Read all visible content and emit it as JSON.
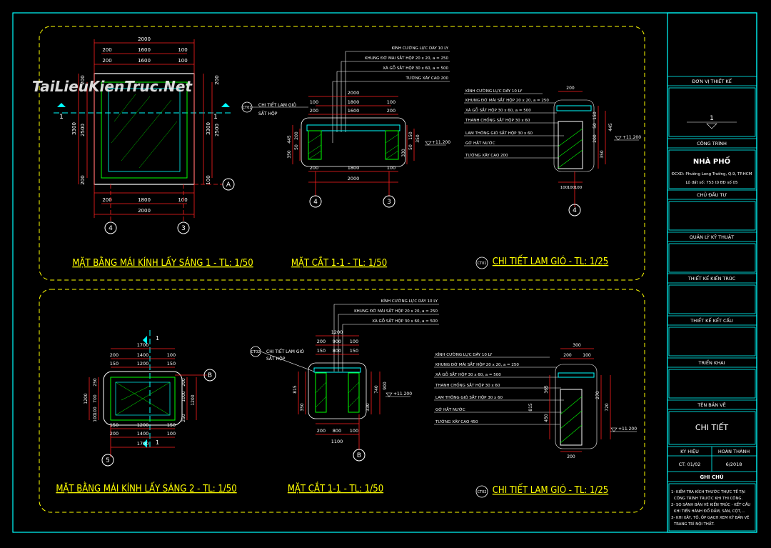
{
  "watermark": "TaiLieuKienTruc.Net",
  "drawings": {
    "roof1_plan": {
      "title": "MẶT BẰNG MÁI KÍNH LẤY SÁNG 1 - TL: 1/50",
      "dims_top": [
        "2000",
        "200",
        "1600",
        "100",
        "200",
        "1600",
        "100"
      ],
      "dims_bottom": [
        "200",
        "1800",
        "100",
        "2000"
      ],
      "dims_left": [
        "3300",
        "2500",
        "200",
        "200"
      ],
      "dims_right": [
        "3300",
        "2500",
        "200",
        "100",
        "200",
        "200"
      ],
      "axis_left": "4",
      "axis_right": "3",
      "axis_row": "A",
      "section_mark": "1"
    },
    "section1_1_a": {
      "title": "MẶT CẮT 1-1 - TL: 1/50",
      "callout_ref": "CT01",
      "callout_text": "CHI TIẾT LAM GIÓ",
      "callout_sub": "SẮT HỘP",
      "notes": [
        "KÍNH CƯỜNG LỰC DÀY 10 LY",
        "KHUNG ĐỠ MÁI SẮT HỘP 20 x 20, a = 250",
        "XÀ GỖ SẮT HỘP 30 x 60, a = 500",
        "TƯỜNG XÂY CAO 200"
      ],
      "dims_top": [
        "2000",
        "100",
        "1800",
        "100",
        "200",
        "1600",
        "200"
      ],
      "dims_bottom": [
        "200",
        "1800",
        "100",
        "2000"
      ],
      "dims_side": [
        "445",
        "350",
        "200",
        "50",
        "150",
        "50",
        "330",
        "350"
      ],
      "level": "+11.200",
      "axis_left": "4",
      "axis_right": "3"
    },
    "louver_a": {
      "title": "CHI TIẾT LAM GIÓ - TL: 1/25",
      "callout_ref": "CT01",
      "notes": [
        "KÍNH CƯỜNG LỰC DÀY 10 LY",
        "KHUNG ĐỠ MÁI SẮT HỘP 20 x 20, a = 250",
        "XÀ GỖ SẮT HỘP 30 x 60, a = 500",
        "THANH CHỐNG SẮT HỘP 30 x 60",
        "LAM THÔNG GIÓ SẮT HỘP 30 x 60",
        "GỜ HẮT NƯỚC",
        "TƯỜNG XÂY CAO 200"
      ],
      "dims": [
        "200",
        "150",
        "50",
        "200",
        "445",
        "350",
        "100",
        "100",
        "100"
      ],
      "level": "+11.200",
      "axis": "4"
    },
    "roof2_plan": {
      "title": "MẶT BẰNG MÁI KÍNH LẤY SÁNG 2 - TL: 1/50",
      "dims_top": [
        "1700",
        "200",
        "1400",
        "100",
        "150",
        "1200",
        "150"
      ],
      "dims_bottom": [
        "150",
        "1200",
        "150",
        "200",
        "1400",
        "100",
        "1700"
      ],
      "dims_left": [
        "1200",
        "250",
        "700",
        "100",
        "100"
      ],
      "dims_right": [
        "1000",
        "1200",
        "250",
        "200"
      ],
      "axis_bottom": "5",
      "axis_row": "B",
      "section_mark": "1"
    },
    "section1_1_b": {
      "title": "MẶT CẮT 1-1 - TL: 1/50",
      "callout_ref": "CT02",
      "callout_text": "CHI TIẾT LAM GIÓ",
      "callout_sub": "SẮT HỘP",
      "notes": [
        "KÍNH CƯỜNG LỰC DÀY 10 LY",
        "KHUNG ĐỠ MÁI SẮT HỘP 20 x 20, a = 250",
        "XÀ GỖ SẮT HỘP 30 x 60, a = 500"
      ],
      "dims_top": [
        "1200",
        "200",
        "900",
        "100",
        "150",
        "800",
        "150"
      ],
      "dims_bottom": [
        "200",
        "800",
        "100",
        "1100"
      ],
      "dims_side": [
        "815",
        "350",
        "330",
        "740",
        "900"
      ],
      "level": "+11.200",
      "axis": "B"
    },
    "louver_b": {
      "title": "CHI TIẾT LAM GIÓ - TL: 1/25",
      "callout_ref": "CT02",
      "notes": [
        "KÍNH CƯỜNG LỰC DÀY 10 LY",
        "KHUNG ĐỠ MÁI SẮT HỘP 20 x 20, a = 250",
        "XÀ GỖ SẮT HỘP 30 x 60, a = 500",
        "THANH CHỐNG SẮT HỘP 30 x 60",
        "LAM THÔNG GIÓ SẮT HỘP 30 x 60",
        "GỜ HẮT NƯỚC",
        "TƯỜNG XÂY CAO 450"
      ],
      "dims": [
        "300",
        "200",
        "100",
        "365",
        "450",
        "270",
        "720",
        "815",
        "200"
      ],
      "level": "+11.200"
    }
  },
  "titleblock": {
    "designer_label": "ĐƠN VỊ THIẾT KẾ",
    "logo_number": "1",
    "project_label": "CÔNG TRÌNH",
    "project_name": "NHÀ PHỐ",
    "project_addr": "ĐCXD: Phường Long Trường, Q.9, TP.HCM",
    "project_lot": "Lô đất số: 753 tờ BĐ số 05",
    "investor_label": "CHỦ ĐẦU TƯ",
    "tech_mgmt_label": "QUẢN LÝ KỸ THUẬT",
    "arch_design_label": "THIẾT KẾ KIẾN TRÚC",
    "struct_design_label": "THIẾT KẾ KẾT CẤU",
    "deploy_label": "TRIỂN KHAI",
    "drawing_name_label": "TÊN BẢN VẼ",
    "drawing_name": "CHI TIẾT",
    "code_label": "KÝ HIỆU",
    "done_label": "HOÀN THÀNH",
    "code_value": "CT: 01/02",
    "done_value": "6/2018",
    "notes_label": "GHI CHÚ",
    "notes": [
      "1- KIỂM TRA KÍCH THƯỚC THỰC TẾ TẠI",
      "CÔNG TRÌNH TRƯỚC KHI THI CÔNG.",
      "2- SO SÁNH BẢN VẼ KIẾN TRÚC - KẾT CẤU",
      "KHI TIẾN HÀNH ĐỔ DẦM, SÀN, CỘT,...",
      "3- KHI XÂY, TÔ, ỐP GẠCH XEM KỸ BẢN VẼ",
      "TRANG TRÍ NỘI THẤT."
    ]
  },
  "colors": {
    "background": "#000000",
    "frame": "#00ffff",
    "dimension": "#ff2020",
    "title": "#ffff00",
    "text": "#ffffff",
    "hatch": "#00ff00",
    "axis_line": "#00ffff"
  }
}
